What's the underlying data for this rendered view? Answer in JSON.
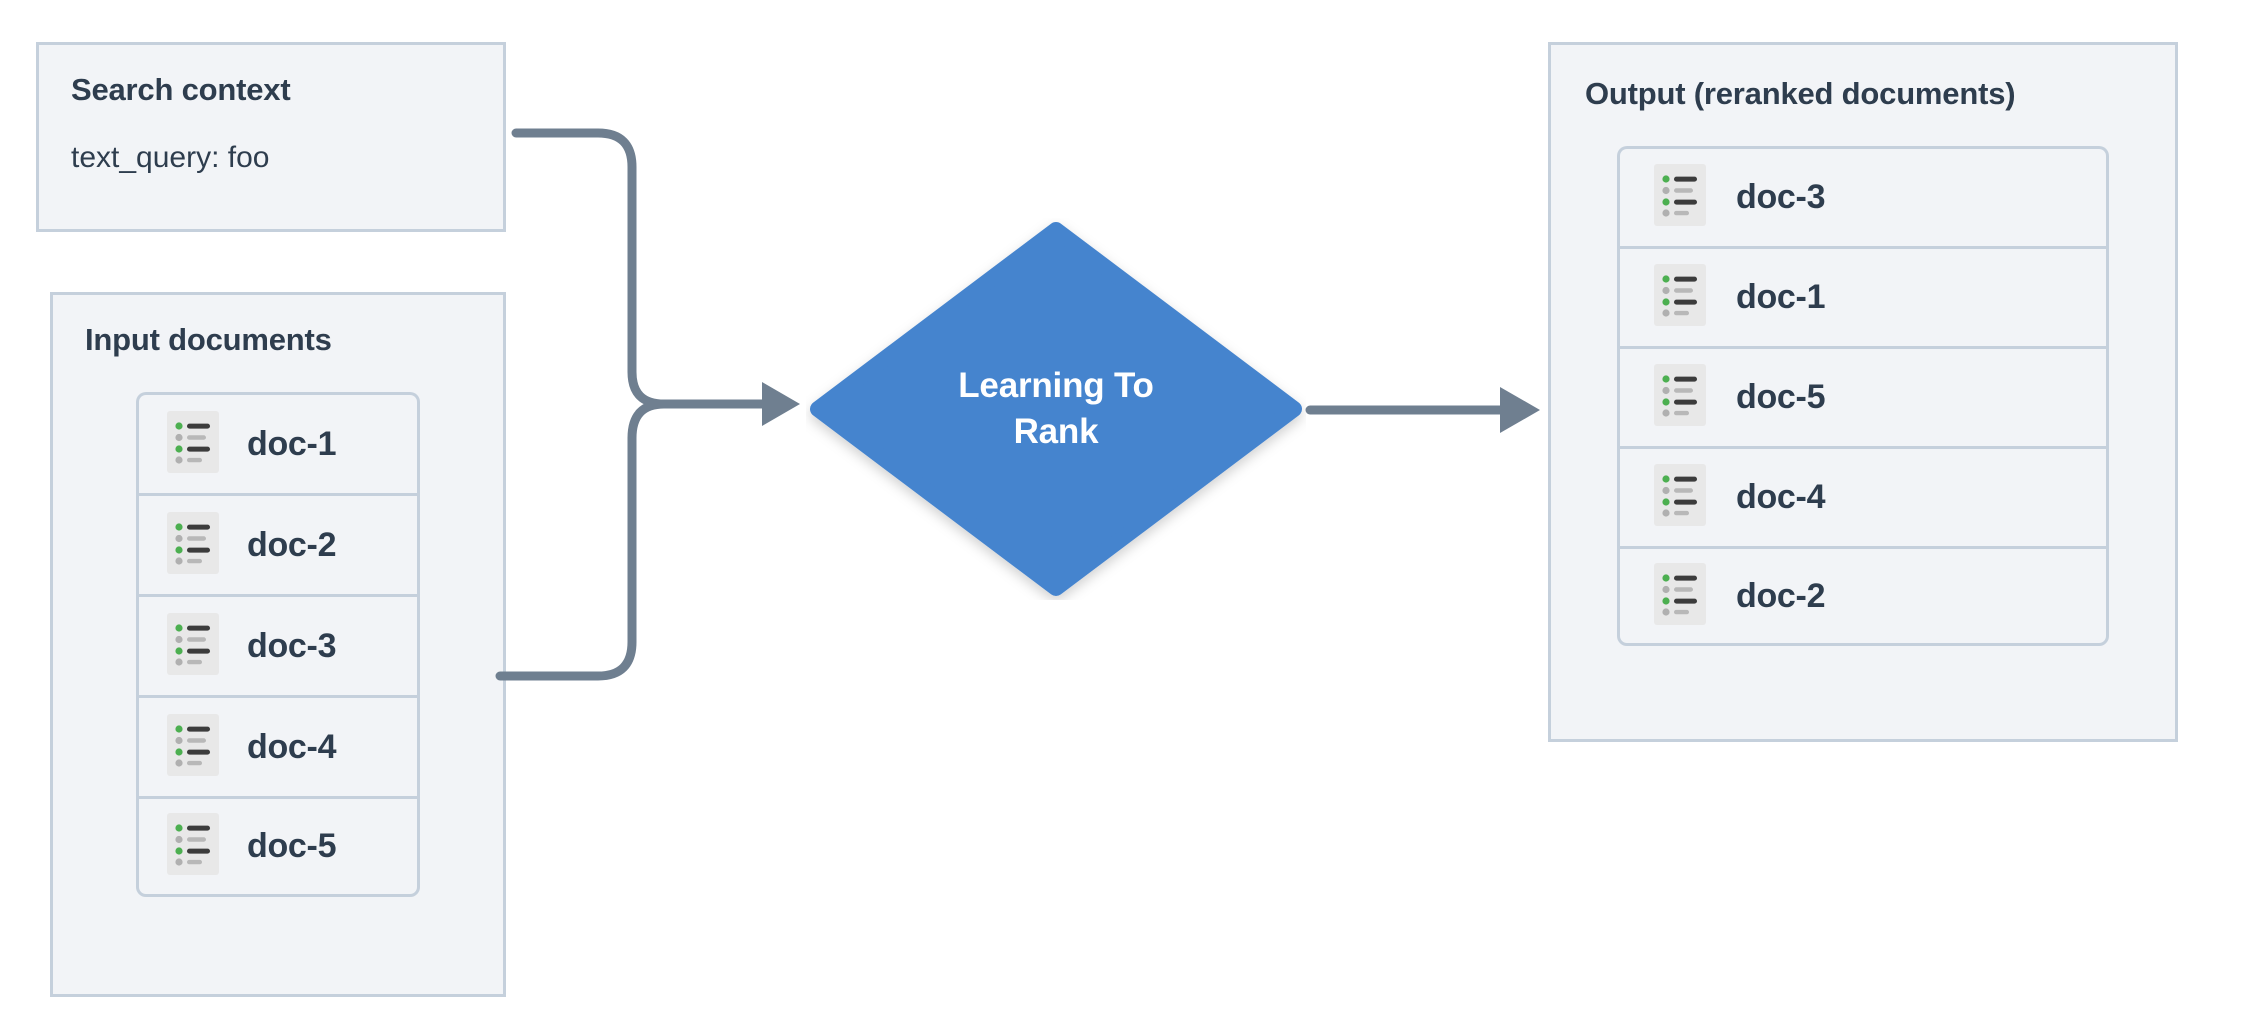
{
  "diagram": {
    "title": "Learning To Rank reranking flow",
    "background": "#ffffff",
    "colors": {
      "panel_fill": "#f2f4f7",
      "panel_border": "#c5d0dc",
      "text": "#2e3d4e",
      "node_blue": "#4584ce",
      "node_text": "#ffffff",
      "connector": "#6f7f90",
      "icon_fill": "#e8e8e8",
      "icon_bullet_green": "#4caf50",
      "icon_bullet_gray": "#b0b0b0",
      "icon_line_dark": "#3c3c3c",
      "icon_line_light": "#b8b8b8"
    }
  },
  "search_context": {
    "title": "Search context",
    "query_line": "text_query: foo"
  },
  "input_documents": {
    "title": "Input documents",
    "items": [
      {
        "icon": "document-list-icon",
        "label": "doc-1"
      },
      {
        "icon": "document-list-icon",
        "label": "doc-2"
      },
      {
        "icon": "document-list-icon",
        "label": "doc-3"
      },
      {
        "icon": "document-list-icon",
        "label": "doc-4"
      },
      {
        "icon": "document-list-icon",
        "label": "doc-5"
      }
    ]
  },
  "process_node": {
    "shape": "diamond",
    "label_line_1": "Learning To",
    "label_line_2": "Rank"
  },
  "output_documents": {
    "title": "Output (reranked documents)",
    "items": [
      {
        "icon": "document-list-icon",
        "label": "doc-3"
      },
      {
        "icon": "document-list-icon",
        "label": "doc-1"
      },
      {
        "icon": "document-list-icon",
        "label": "doc-5"
      },
      {
        "icon": "document-list-icon",
        "label": "doc-4"
      },
      {
        "icon": "document-list-icon",
        "label": "doc-2"
      }
    ]
  },
  "connectors": [
    {
      "name": "search-context-to-ltr",
      "from": "Search context",
      "to": "Learning To Rank",
      "arrow": true
    },
    {
      "name": "input-documents-to-ltr",
      "from": "Input documents",
      "to": "Learning To Rank",
      "arrow": true
    },
    {
      "name": "ltr-to-output",
      "from": "Learning To Rank",
      "to": "Output (reranked documents)",
      "arrow": true
    }
  ]
}
